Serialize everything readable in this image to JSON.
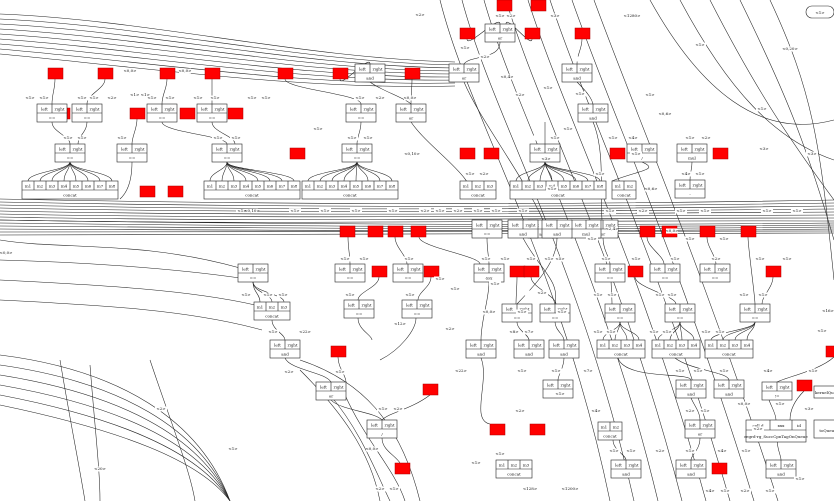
{
  "graph": {
    "text": {
      "left": "left",
      "right": "right",
      "cmp_or": "or",
      "cmp_and": "and",
      "mul": "mul",
      "concat": "concat",
      "eq": "==",
      "neq": "!=",
      "andand": "&&",
      "slash": "/",
      "minus": "-",
      "ellipsis": "...",
      "in1": "in1",
      "in2": "in2",
      "in3": "in3",
      "in4": "in4",
      "in5": "in5",
      "in6": "in6",
      "in7": "in7",
      "in8": "in8",
      "select_call": "call.d",
      "select_args": "xxx",
      "select_id": "id",
      "select_fn": "regrd-rg_SuccCpnTagOnQueue",
      "kernel_label": "kernelQueue",
      "queue_label": "toQueue"
    },
    "edge_labels": {
      "l1": "<1>",
      "l2": "<2>",
      "l3": "<3>",
      "l4": "<4>",
      "l5": "<5>",
      "l7": "<7>",
      "l8": "<8>",
      "l12": "<12>",
      "l15": "<15>",
      "l16": "<16>",
      "l20": "<20>",
      "l22": "<22>",
      "l0_0": "<0,0>",
      "l0_1": "<0,1>",
      "l0_2": "<0,2>",
      "l0_3": "<0,3>",
      "l0_4": "<0,4>",
      "l0_6": "<0,6>",
      "l2_4": "<2,4>",
      "l0_10": "<0,10>",
      "l0_20": "<0,20>",
      "l30_0": "<30,0>",
      "l32_0": "<32,0>",
      "l128": "<128>",
      "l1200": "<1200>",
      "l1280": "<1280>",
      "l1_1": "<1> <1>"
    },
    "colors": {
      "constant_node": "#ff0000",
      "node_border": "#222222",
      "edge": "#222222",
      "background": "#ffffff"
    }
  }
}
